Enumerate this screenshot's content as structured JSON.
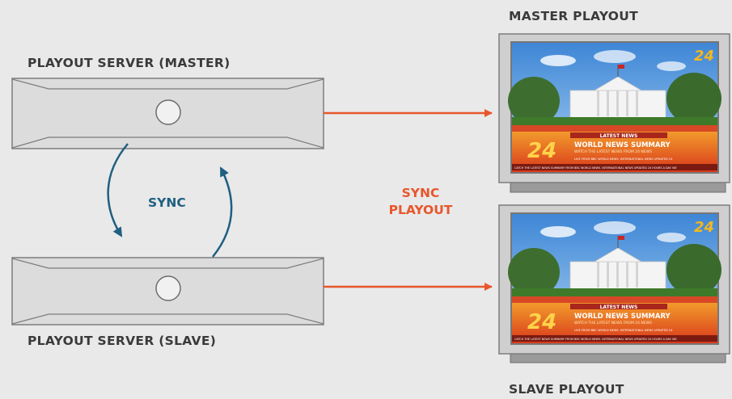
{
  "labels": {
    "master_server": "PLAYOUT SERVER (MASTER)",
    "slave_server": "PLAYOUT SERVER (SLAVE)",
    "master_playout": "MASTER PLAYOUT",
    "slave_playout": "SLAVE PLAYOUT",
    "sync": "SYNC",
    "sync_playout_line1": "SYNC",
    "sync_playout_line2": "PLAYOUT"
  },
  "monitor": {
    "logo": "24",
    "ticker_title": "LATEST NEWS",
    "headline": "WORLD NEWS SUMMARY",
    "subheadline": "WATCH THE LATEST NEWS FROM 24 NEWS",
    "news_line": "LIVE FROM BBC WORLD NEWS. INTERNATIONAL NEWS UPDATED 24",
    "crawl": "CATCH THE LATEST NEWS SUMMARY FROM BBC WORLD NEWS. INTERNATIONAL NEWS UPDATED 24 HOURS A DAY. WE"
  },
  "colors": {
    "sync_blue": "#1f5f80",
    "orange": "#e8562b",
    "server_fill": "#dcdcdd",
    "background": "#e9e9ea"
  }
}
